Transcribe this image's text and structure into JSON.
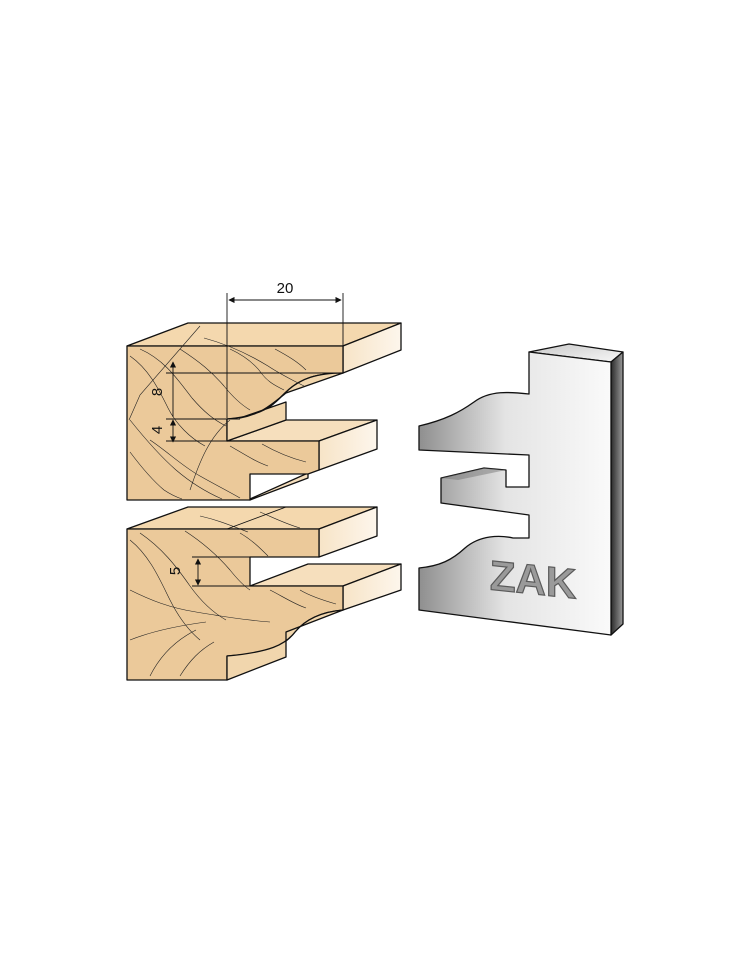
{
  "dimensions": {
    "width_label": "20",
    "upper_height_label": "8",
    "upper_offset_label": "4",
    "lower_offset_label": "5"
  },
  "knife": {
    "brand": "ZAK"
  },
  "colors": {
    "wood_face": "#ebc99a",
    "wood_top": "#f4d8ae",
    "wood_end": "#fbf1e2",
    "steel_light": "#f1f1f1",
    "steel_dark": "#8c8c8c",
    "outline": "#111111"
  }
}
